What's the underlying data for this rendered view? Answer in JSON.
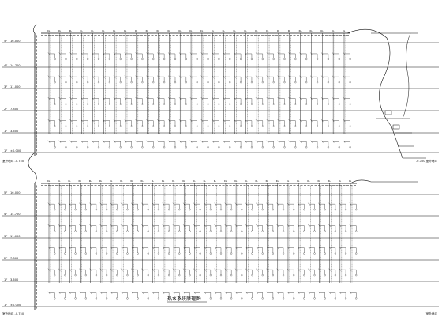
{
  "drawing": {
    "title": "热水系统原理图",
    "ink_color": "#111111",
    "background": "#ffffff"
  },
  "upper_diagram": {
    "levels": [
      {
        "label": "5F",
        "elevation": "16.000"
      },
      {
        "label": "4F",
        "elevation": "14.700"
      },
      {
        "label": "3F",
        "elevation": "11.000"
      },
      {
        "label": "2F",
        "elevation": "7.800"
      },
      {
        "label": "1F",
        "elevation": "3.600"
      },
      {
        "label": "1F",
        "elevation": "±0.000"
      }
    ],
    "outdoor_label": "室外地坪 -0.750",
    "outdoor_label_right": "-0.750 室外地坪",
    "riser_count": 28
  },
  "lower_diagram": {
    "levels": [
      {
        "label": "5F",
        "elevation": "16.000"
      },
      {
        "label": "4F",
        "elevation": "14.700"
      },
      {
        "label": "3F",
        "elevation": "11.000"
      },
      {
        "label": "2F",
        "elevation": "7.800"
      },
      {
        "label": "1F",
        "elevation": "3.600"
      },
      {
        "label": "1F",
        "elevation": "±0.000"
      }
    ],
    "outdoor_label": "室外地坪 -0.750",
    "outdoor_label_right": "室外地坪",
    "riser_count": 30
  }
}
